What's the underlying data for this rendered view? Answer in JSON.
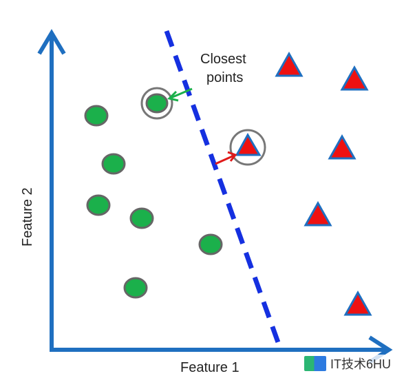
{
  "diagram": {
    "title": "SVM separating hyperplane",
    "annotation_line1": "Closest",
    "annotation_line2": "points",
    "x_axis_label": "Feature 1",
    "y_axis_label": "Feature 2",
    "colors": {
      "axis": "#1f6fc0",
      "boundary": "#1530e0",
      "class_a": "#1bb04b",
      "class_b": "#ee1111",
      "highlight": "#777777"
    }
  },
  "watermark": {
    "text": "IT技术6HU"
  }
}
